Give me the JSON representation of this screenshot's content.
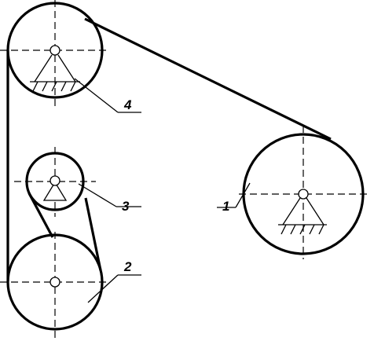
{
  "diagram": {
    "colors": {
      "line": "#000000",
      "background": "#ffffff"
    },
    "pulleys": [
      {
        "id": "1",
        "label": "1",
        "support": "fixed-pivot"
      },
      {
        "id": "2",
        "label": "2",
        "support": "none"
      },
      {
        "id": "3",
        "label": "3",
        "support": "pivot"
      },
      {
        "id": "4",
        "label": "4",
        "support": "fixed-pivot"
      }
    ],
    "belts": [
      {
        "from": "4",
        "to": "1"
      },
      {
        "from": "4",
        "to": "2"
      },
      {
        "from": "3",
        "to": "2"
      }
    ]
  }
}
